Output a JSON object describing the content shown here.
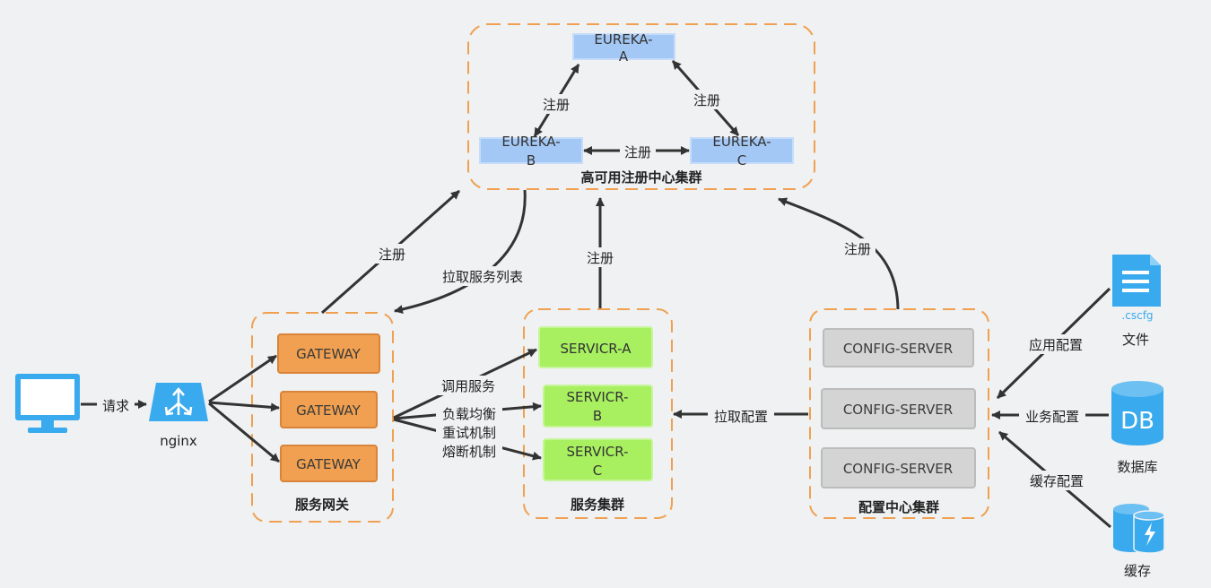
{
  "clusters": {
    "eureka": {
      "title": "高可用注册中心集群"
    },
    "gateway": {
      "title": "服务网关"
    },
    "service": {
      "title": "服务集群"
    },
    "config": {
      "title": "配置中心集群"
    }
  },
  "eureka": {
    "a": [
      "EUREKA-",
      "A"
    ],
    "b": [
      "EUREKA-",
      "B"
    ],
    "c": [
      "EUREKA-",
      "C"
    ],
    "edge_ab": "注册",
    "edge_ac": "注册",
    "edge_bc": "注册"
  },
  "gateways": [
    "GATEWAY",
    "GATEWAY",
    "GATEWAY"
  ],
  "services": {
    "a": "SERVICR-A",
    "b": [
      "SERVICR-",
      "B"
    ],
    "c": [
      "SERVICR-",
      "C"
    ]
  },
  "configs": [
    "CONFIG-SERVER",
    "CONFIG-SERVER",
    "CONFIG-SERVER"
  ],
  "client": {
    "request_label": "请求",
    "nginx_label": "nginx"
  },
  "edges": {
    "gateway_register": "注册",
    "pull_service_list": "拉取服务列表",
    "service_register": "注册",
    "config_register": "注册",
    "call_service": "调用服务",
    "load_balance": "负载均衡",
    "retry": "重试机制",
    "circuit_break": "熔断机制",
    "pull_config": "拉取配置",
    "app_config": "应用配置",
    "biz_config": "业务配置",
    "cache_config": "缓存配置"
  },
  "sources": {
    "file_ext": ".cscfg",
    "file_label": "文件",
    "db_glyph": "DB",
    "db_label": "数据库",
    "cache_label": "缓存"
  },
  "colors": {
    "cluster_border": "#f0a050",
    "eureka_fill": "#a4c8f5",
    "gateway_fill": "#f0a050",
    "service_fill": "#a8f060",
    "config_fill": "#d4d4d4",
    "icon_blue": "#3aaaee",
    "arrow": "#333333"
  }
}
